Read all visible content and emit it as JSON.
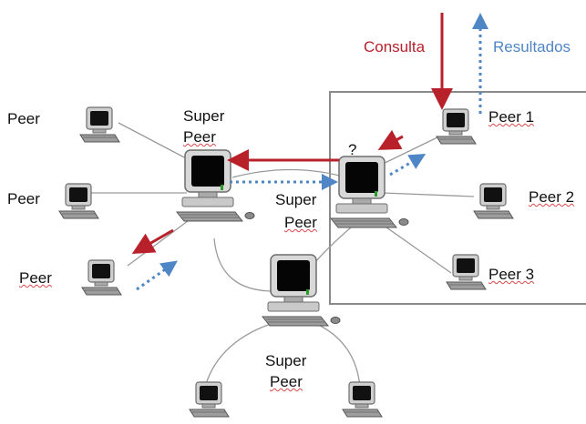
{
  "labels": {
    "peer_left_top": "Peer",
    "peer_left_mid": "Peer",
    "peer_left_bottom": "Peer",
    "super_left_line1": "Super",
    "super_left_line2": "Peer",
    "super_center_line1": "Super",
    "super_center_line2": "Peer",
    "super_bottom_line1": "Super",
    "super_bottom_line2": "Peer",
    "peer_1": "Peer 1",
    "peer_2": "Peer 2",
    "peer_3": "Peer 3",
    "question_mark": "?",
    "consulta": "Consulta",
    "resultados": "Resultados"
  },
  "colors": {
    "query_arrow": "#b8202a",
    "result_arrow": "#4f86c6",
    "connection_line": "#9a9a9a",
    "group_box": "#8a8a8a"
  },
  "icons": [
    "super-peer-computer-icon",
    "peer-computer-icon"
  ]
}
